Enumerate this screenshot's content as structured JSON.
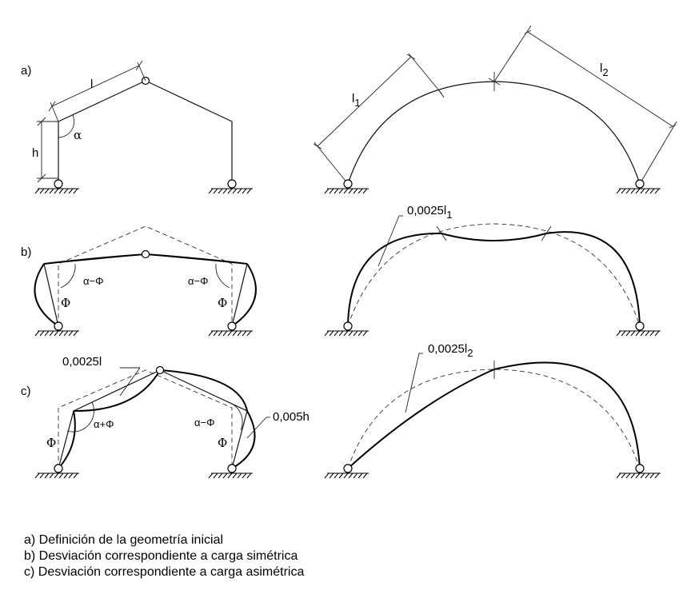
{
  "panels": {
    "a": {
      "label": "a)",
      "len": "l",
      "height": "h",
      "angle": "α",
      "len1": "l",
      "len1_sub": "1",
      "len2": "l",
      "len2_sub": "2"
    },
    "b": {
      "label": "b)",
      "angle_left": "α−Φ",
      "angle_right": "α−Φ",
      "phi_left": "Φ",
      "phi_right": "Φ",
      "dev": "0,0025l",
      "dev_sub": "1"
    },
    "c": {
      "label": "c)",
      "angle_left": "α+Φ",
      "angle_right": "α−Φ",
      "phi_left": "Φ",
      "phi_right": "Φ",
      "dev_frame": "0,0025l",
      "dev_col": "0,005h",
      "dev_arch": "0,0025l",
      "dev_arch_sub": "2"
    }
  },
  "captions": [
    "a) Definición de la geometría inicial",
    "b) Desviación correspondiente a carga simétrica",
    "c) Desviación correspondiente a carga asimétrica"
  ]
}
